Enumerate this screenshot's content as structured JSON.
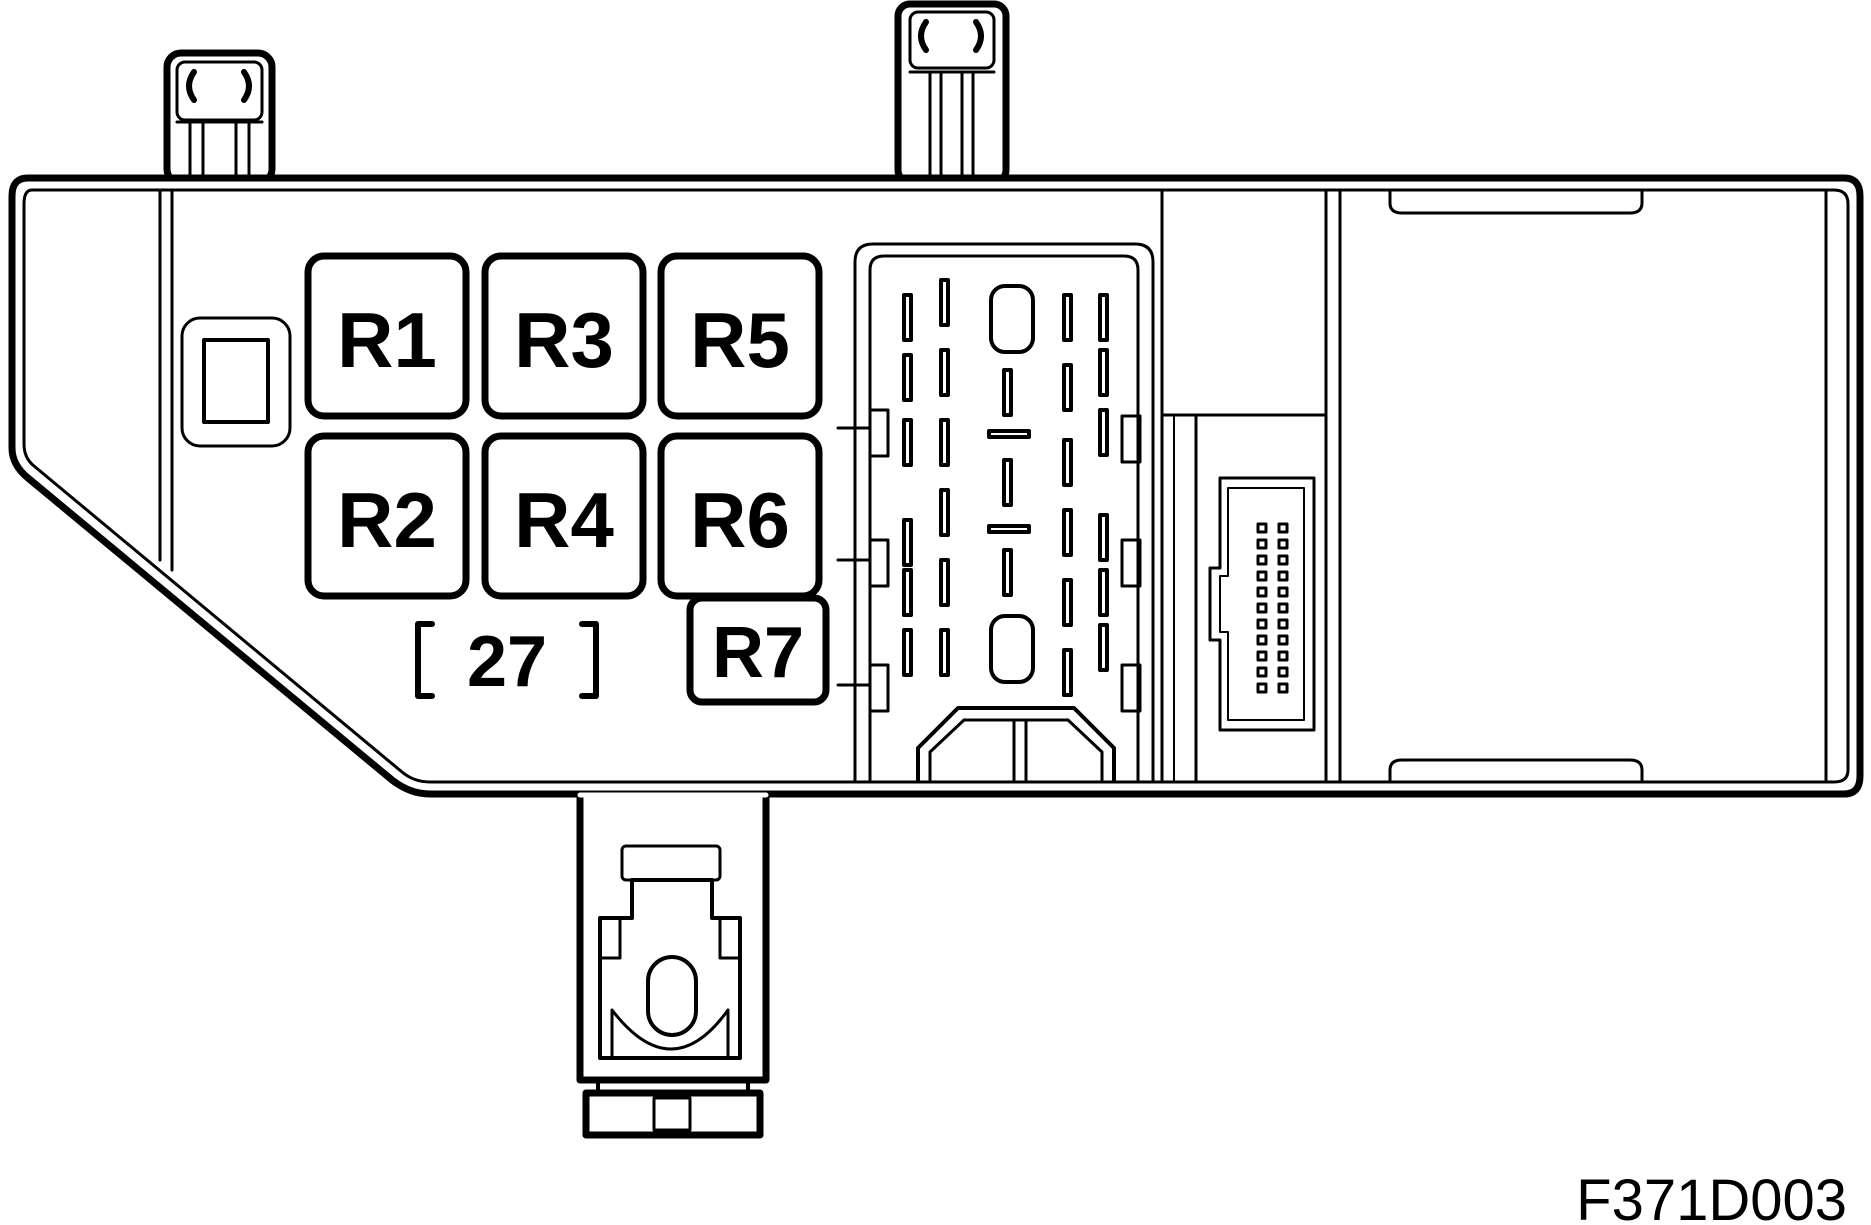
{
  "diagram": {
    "relays": [
      {
        "id": "r1",
        "label": "R1"
      },
      {
        "id": "r2",
        "label": "R2"
      },
      {
        "id": "r3",
        "label": "R3"
      },
      {
        "id": "r4",
        "label": "R4"
      },
      {
        "id": "r5",
        "label": "R5"
      },
      {
        "id": "r6",
        "label": "R6"
      },
      {
        "id": "r7",
        "label": "R7"
      }
    ],
    "group_number": "27",
    "figure_id": "F371D003"
  }
}
